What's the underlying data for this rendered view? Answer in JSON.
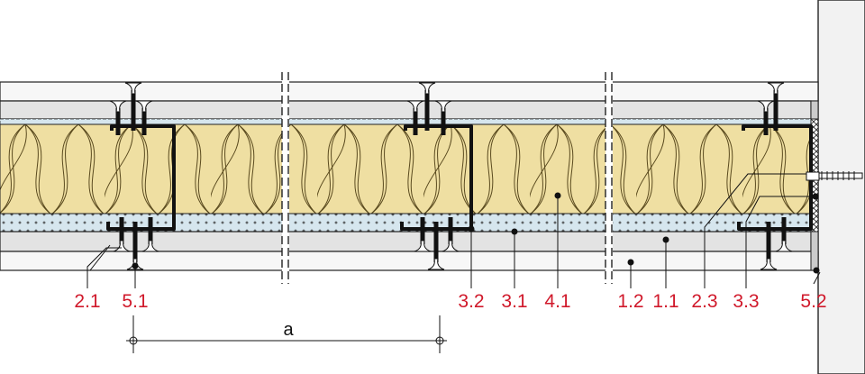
{
  "colors": {
    "insulation": "#efdfa2",
    "board_grey": "#e3e3e3",
    "board_white": "#f7f7f7",
    "cement_board": "#d6e6ee",
    "wall": "#f2f2f2",
    "label": "#d0192b",
    "line": "#111111"
  },
  "labels": {
    "l21": "2.1",
    "l51": "5.1",
    "l32": "3.2",
    "l31": "3.1",
    "l41": "4.1",
    "l12": "1.2",
    "l11": "1.1",
    "l23": "2.3",
    "l33": "3.3",
    "l52": "5.2"
  },
  "dimension": {
    "label": "a"
  }
}
